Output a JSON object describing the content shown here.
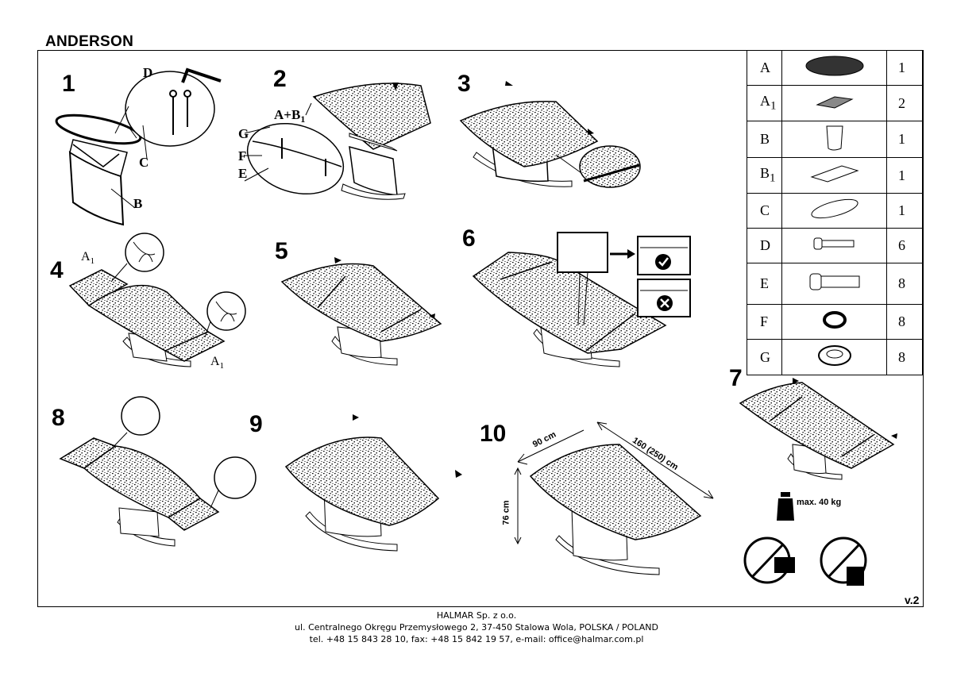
{
  "title": "ANDERSON",
  "version": "v.2",
  "steps": [
    "1",
    "2",
    "3",
    "4",
    "5",
    "6",
    "7",
    "8",
    "9",
    "10"
  ],
  "step1_labels": {
    "d": "D",
    "c": "C",
    "b": "B"
  },
  "step2_labels": {
    "ab1": "A+B",
    "ab1_sub": "1",
    "g": "G",
    "f": "F",
    "e": "E"
  },
  "step4_labels": {
    "a1_top": "A",
    "a1_bottom": "A",
    "sub": "1"
  },
  "dimensions": {
    "width": "90 cm",
    "length": "160 (250) cm",
    "height": "76 cm"
  },
  "max_load": "max. 40 kg",
  "parts": [
    {
      "code": "A",
      "sub": "",
      "qty": "1",
      "icon": "glass-top-icon"
    },
    {
      "code": "A",
      "sub": "1",
      "qty": "2",
      "icon": "extension-leaf-icon"
    },
    {
      "code": "B",
      "sub": "",
      "qty": "1",
      "icon": "base-column-icon"
    },
    {
      "code": "B",
      "sub": "1",
      "qty": "1",
      "icon": "mechanism-plate-icon"
    },
    {
      "code": "C",
      "sub": "",
      "qty": "1",
      "icon": "oval-plate-icon"
    },
    {
      "code": "D",
      "sub": "",
      "qty": "6",
      "icon": "short-bolt-icon"
    },
    {
      "code": "E",
      "sub": "",
      "qty": "8",
      "icon": "long-bolt-icon"
    },
    {
      "code": "F",
      "sub": "",
      "qty": "8",
      "icon": "split-washer-icon"
    },
    {
      "code": "G",
      "sub": "",
      "qty": "8",
      "icon": "round-washer-icon"
    }
  ],
  "footer": {
    "company": "HALMAR Sp. z o.o.",
    "address": "ul. Centralnego Okręgu Przemysłowego 2, 37-450 Stalowa Wola, POLSKA / POLAND",
    "contact": "tel. +48 15 843 28 10, fax: +48 15 842 19 57, e-mail: office@halmar.com.pl"
  }
}
